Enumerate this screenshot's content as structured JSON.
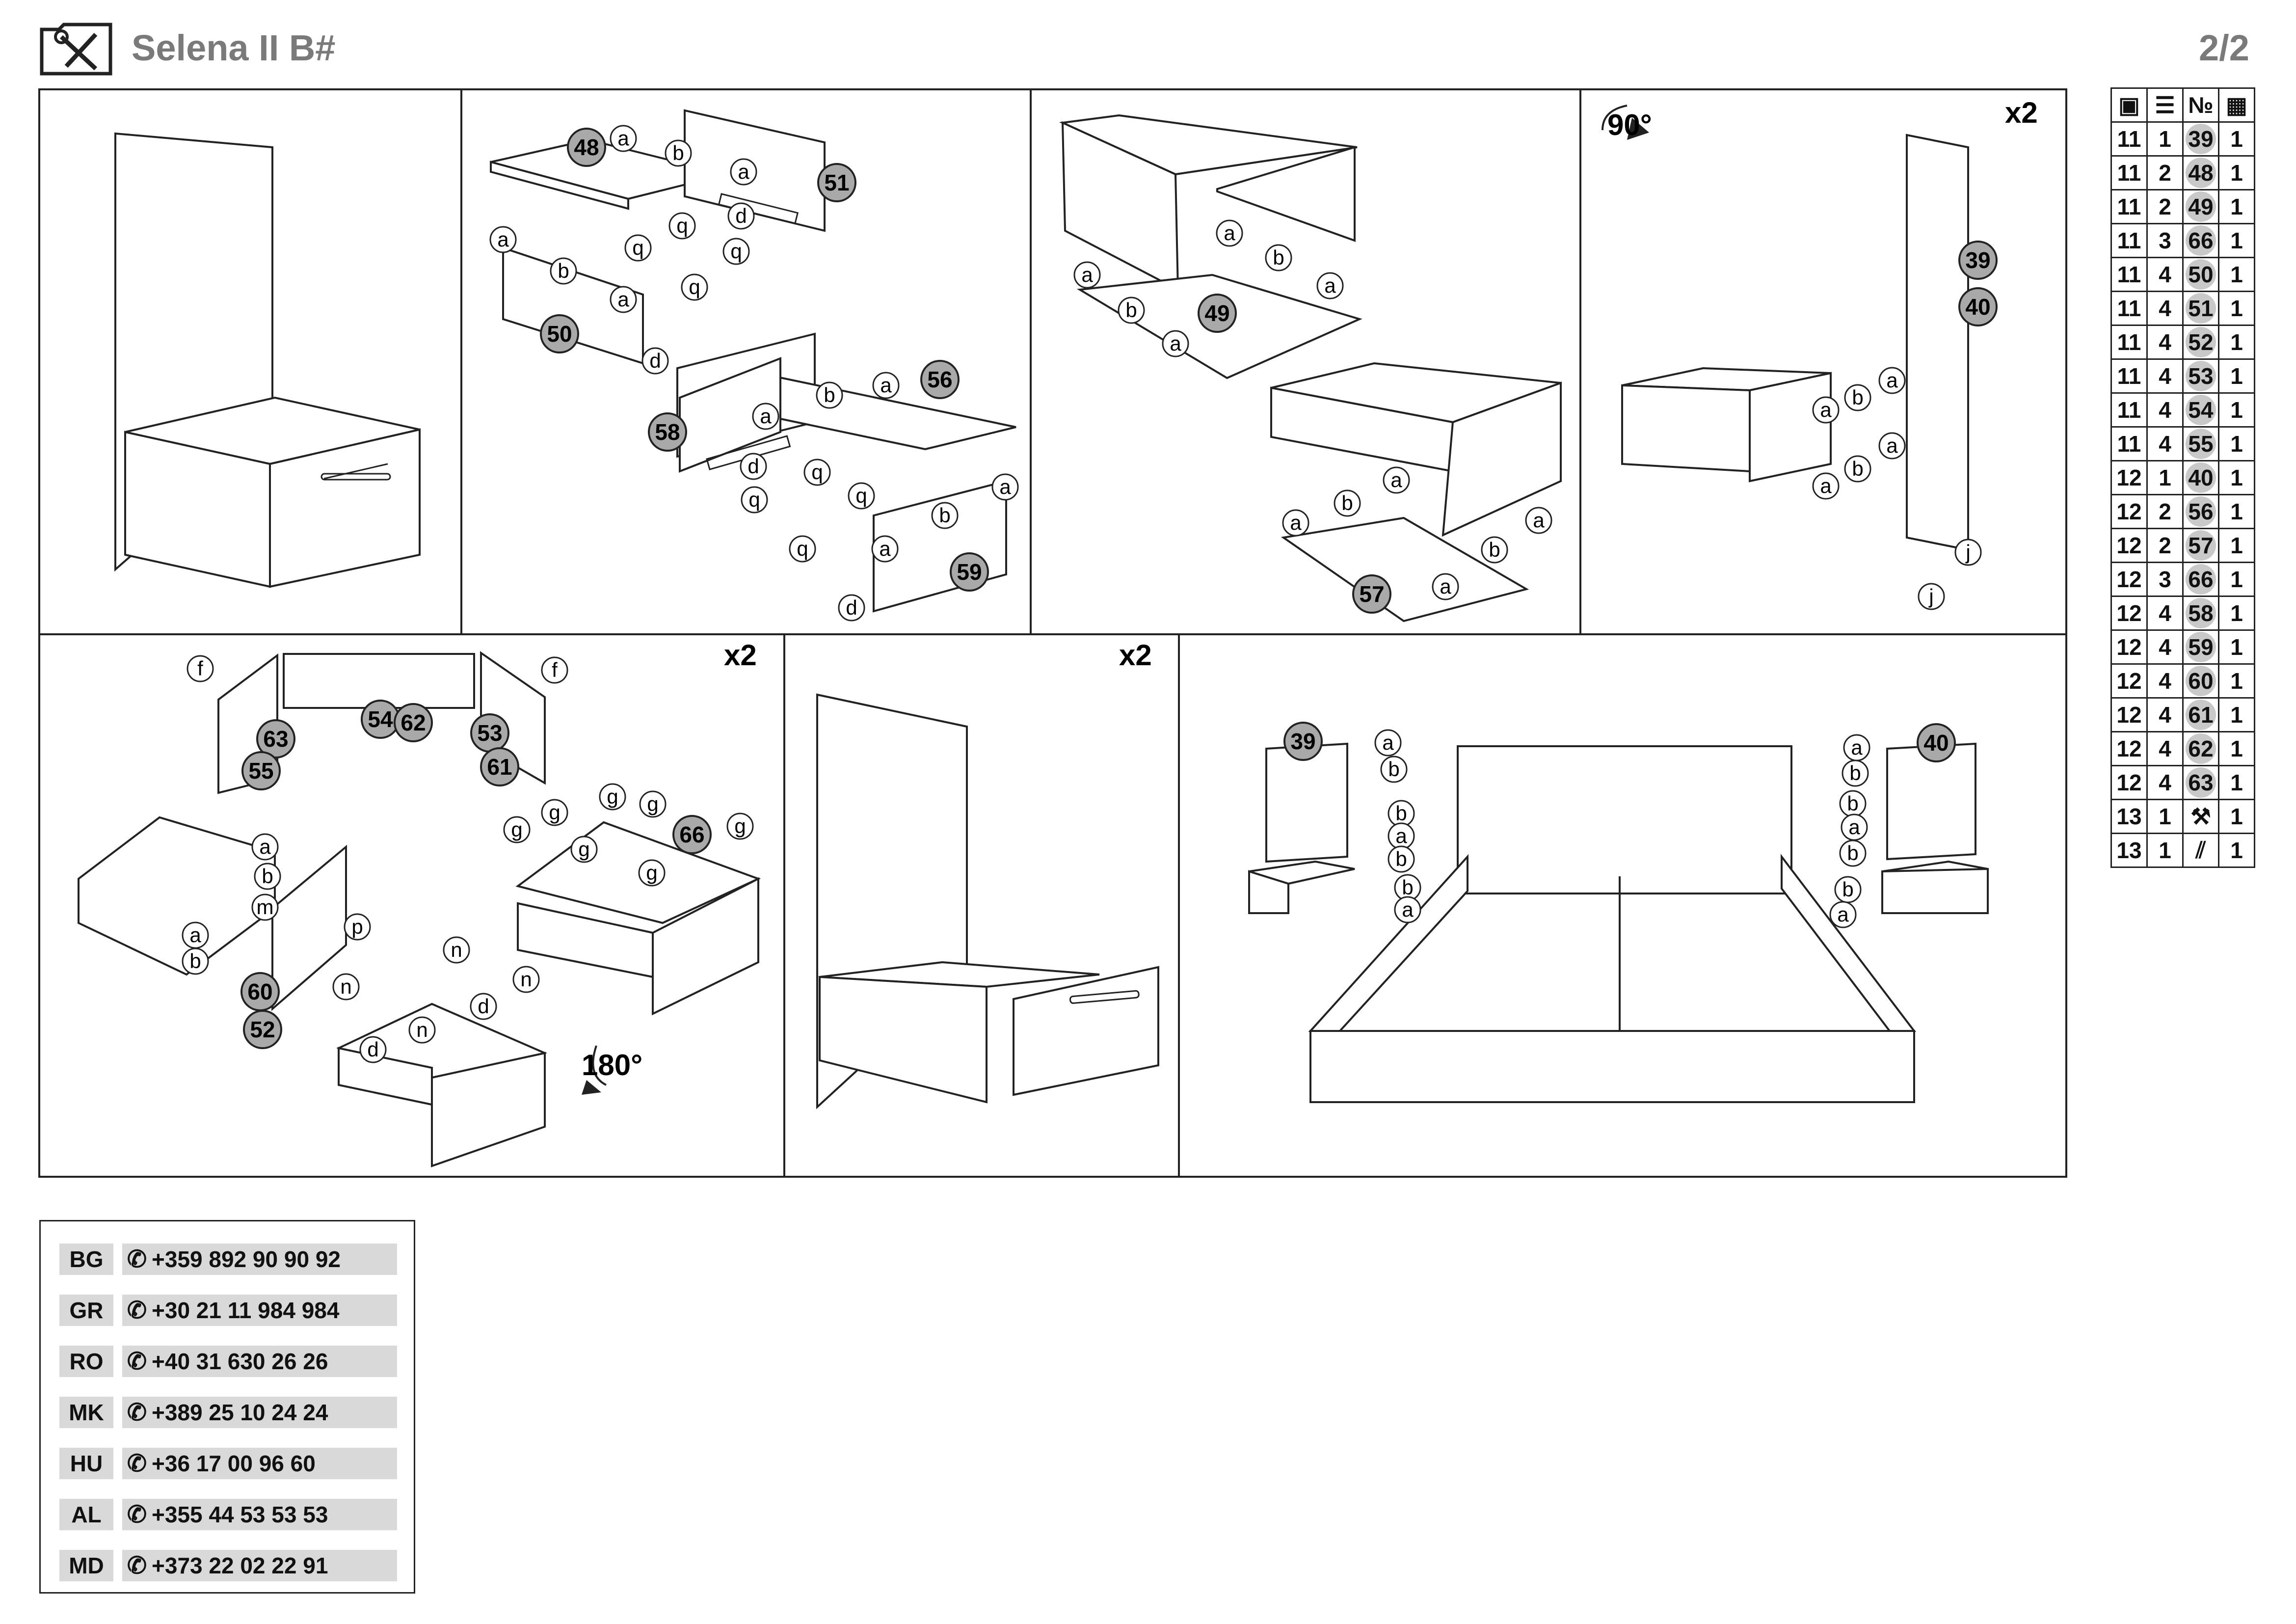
{
  "header": {
    "title": "Selena II B#",
    "page": "2/2"
  },
  "steps": {
    "p2": {
      "parts": [
        "48",
        "51",
        "50",
        "56",
        "58",
        "59"
      ],
      "letters": [
        "a",
        "b",
        "q",
        "d"
      ]
    },
    "p3": {
      "parts": [
        "49",
        "57"
      ],
      "letters": [
        "a",
        "b"
      ]
    },
    "p4": {
      "rotation": "90°",
      "multiplier": "x2",
      "parts": [
        "39",
        "40"
      ],
      "letters": [
        "a",
        "b",
        "j"
      ]
    },
    "p5": {
      "multiplier": "x2",
      "rotation": "180°",
      "parts": [
        "63",
        "55",
        "54",
        "62",
        "53",
        "61",
        "66",
        "60",
        "52"
      ],
      "letters": [
        "f",
        "a",
        "b",
        "m",
        "p",
        "g",
        "n",
        "d"
      ]
    },
    "p6": {
      "multiplier": "x2"
    },
    "p7": {
      "parts": [
        "39",
        "40"
      ],
      "letters": [
        "a",
        "b"
      ]
    }
  },
  "parts_table": {
    "header_icons": [
      "package-icon",
      "layers-icon",
      "number-sign",
      "quantity-icon"
    ],
    "header_no": "№",
    "rows": [
      [
        "11",
        "1",
        "39",
        "1"
      ],
      [
        "11",
        "2",
        "48",
        "1"
      ],
      [
        "11",
        "2",
        "49",
        "1"
      ],
      [
        "11",
        "3",
        "66",
        "1"
      ],
      [
        "11",
        "4",
        "50",
        "1"
      ],
      [
        "11",
        "4",
        "51",
        "1"
      ],
      [
        "11",
        "4",
        "52",
        "1"
      ],
      [
        "11",
        "4",
        "53",
        "1"
      ],
      [
        "11",
        "4",
        "54",
        "1"
      ],
      [
        "11",
        "4",
        "55",
        "1"
      ],
      [
        "12",
        "1",
        "40",
        "1"
      ],
      [
        "12",
        "2",
        "56",
        "1"
      ],
      [
        "12",
        "2",
        "57",
        "1"
      ],
      [
        "12",
        "3",
        "66",
        "1"
      ],
      [
        "12",
        "4",
        "58",
        "1"
      ],
      [
        "12",
        "4",
        "59",
        "1"
      ],
      [
        "12",
        "4",
        "60",
        "1"
      ],
      [
        "12",
        "4",
        "61",
        "1"
      ],
      [
        "12",
        "4",
        "62",
        "1"
      ],
      [
        "12",
        "4",
        "63",
        "1"
      ],
      [
        "13",
        "1",
        "tools-icon",
        "1"
      ],
      [
        "13",
        "1",
        "slats-icon",
        "1"
      ]
    ]
  },
  "contacts": [
    {
      "country": "BG",
      "phone": "+359 892 90 90 92"
    },
    {
      "country": "GR",
      "phone": "+30 21 11 984 984"
    },
    {
      "country": "RO",
      "phone": "+40 31 630 26 26"
    },
    {
      "country": "MK",
      "phone": "+389 25 10 24 24"
    },
    {
      "country": "HU",
      "phone": "+36 17 00 96 60"
    },
    {
      "country": "AL",
      "phone": "+355 44 53 53 53"
    },
    {
      "country": "MD",
      "phone": "+373 22 02 22 91"
    }
  ]
}
